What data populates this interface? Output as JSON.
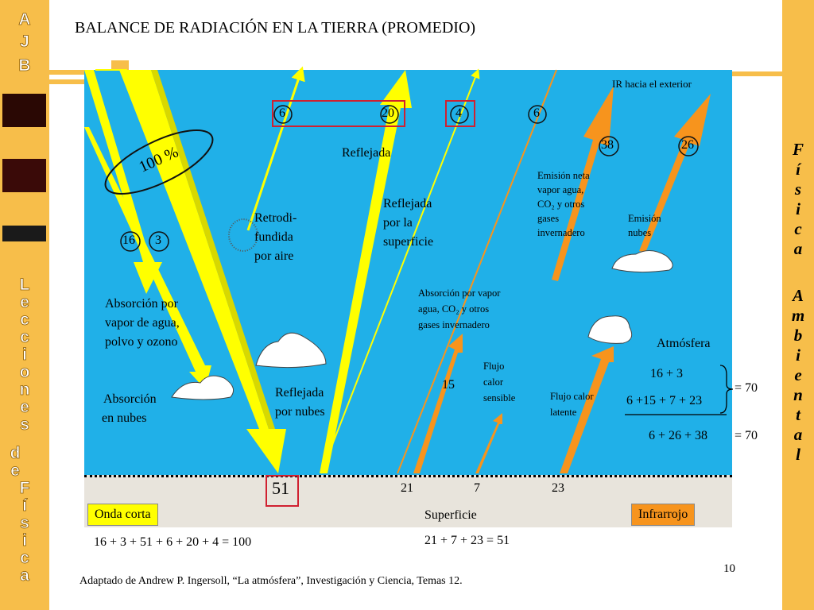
{
  "title": "BALANCE DE RADIACIÓN EN LA TIERRA (PROMEDIO)",
  "left_brand": {
    "top": [
      "A",
      "J",
      "B"
    ],
    "vertical_1": [
      "L",
      "e",
      "c",
      "c",
      "i",
      "o",
      "n",
      "e",
      "s"
    ],
    "vertical_2": [
      "d",
      "e"
    ],
    "vertical_3": [
      "F",
      "í",
      "s",
      "i",
      "c",
      "a"
    ]
  },
  "right_brand": {
    "word_1": [
      "F",
      "í",
      "s",
      "i",
      "c",
      "a"
    ],
    "word_2": [
      "A",
      "m",
      "b",
      "i",
      "e",
      "n",
      "t",
      "a",
      "l"
    ]
  },
  "diagram": {
    "incoming_label": "100 %",
    "values_top": {
      "retro": "6",
      "cloud_reflect": "20",
      "surface_reflect": "4",
      "ir_window": "6"
    },
    "values_abs": {
      "gases": "16",
      "clouds": "3"
    },
    "values_ir": {
      "net_emission": "38",
      "cloud_emission": "26"
    },
    "value_surface_absorbed": "51",
    "value_abs_vapor": "15",
    "values_surface": {
      "a": "21",
      "b": "7",
      "c": "23"
    },
    "labels": {
      "ir_exterior": "IR hacia el exterior",
      "reflejada": "Reflejada",
      "reflejada_sup": [
        "Reflejada",
        "por la",
        "superficie"
      ],
      "retro": [
        "Retrodi-",
        "fundida",
        "por aire"
      ],
      "abs_vapor": [
        "Absorción por",
        "vapor de agua,",
        "polvo y ozono"
      ],
      "abs_nubes": [
        "Absorción",
        "en nubes"
      ],
      "refl_nubes": [
        "Reflejada",
        "por nubes"
      ],
      "emision_neta": [
        "Emisión neta",
        "vapor agua,",
        "CO₂ y otros",
        "gases",
        "invernadero"
      ],
      "emision_nubes": [
        "Emisión",
        "nubes"
      ],
      "abs_gases": [
        "Absorción por vapor",
        "agua, CO₂ y otros",
        "gases invernadero"
      ],
      "flujo_sensible": [
        "Flujo",
        "calor",
        "sensible"
      ],
      "flujo_latente": [
        "Flujo calor",
        "latente"
      ],
      "atmosfera": "Atmósfera"
    },
    "equations": {
      "atm_1": "16 +  3",
      "atm_2": "6 +15 + 7 + 23",
      "atm_3": "6 + 26 + 38",
      "atm_result_1": "= 70",
      "atm_result_2": "= 70",
      "shortwave_sum": "16 + 3  + 51 + 6 + 20 + 4  = 100",
      "surface_sum": "21 + 7 + 23  = 51"
    },
    "tags": {
      "onda_corta": "Onda corta",
      "superficie": "Superficie",
      "infrarrojo": "Infrarrojo"
    }
  },
  "credit": "Adaptado de Andrew P. Ingersoll, “La atmósfera”, Investigación y Ciencia, Temas 12.",
  "page_number": "10",
  "colors": {
    "sky": "#20b0e8",
    "shortwave": "#ffff00",
    "infrared": "#f7941d",
    "brand": "#f7be4a",
    "highlight": "#d02030"
  }
}
